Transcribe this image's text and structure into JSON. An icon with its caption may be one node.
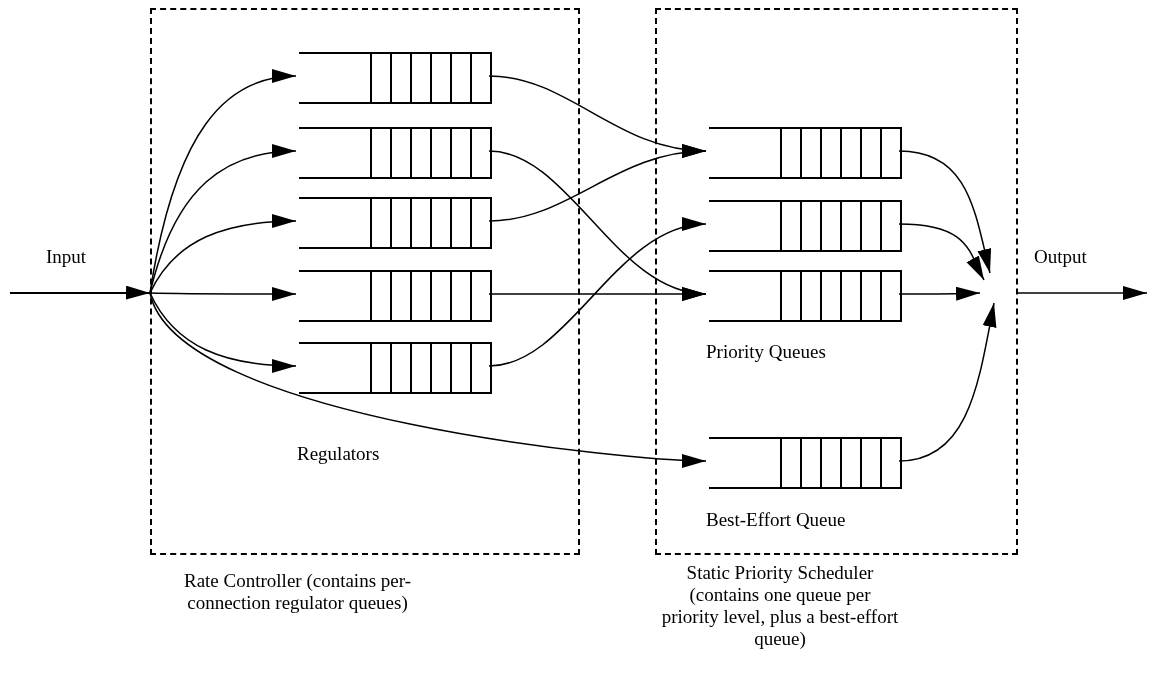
{
  "diagram": {
    "nodes": [
      {
        "text": [
          "Regulators",
          "Rate Controller (contains per-connection regulator queues)"
        ]
      },
      {
        "text": [],
        "shape": "box",
        "in": 0
      },
      {
        "text": [],
        "shape": "box",
        "in": 0
      },
      {
        "text": [],
        "shape": "box",
        "in": 0
      },
      {
        "text": [],
        "shape": "box",
        "in": 0
      },
      {
        "text": [],
        "shape": "box",
        "in": 0
      },
      {
        "text": [
          "Priority Queues",
          "Best-Effort Queue",
          "Static Priority Scheduler (contains one queue per priority level, plus a best-effort queue)"
        ]
      },
      {
        "text": [],
        "shape": "box",
        "in": 6
      },
      {
        "text": [],
        "shape": "box",
        "in": 6
      },
      {
        "text": [],
        "shape": "box",
        "in": 6
      },
      {
        "text": [],
        "shape": "box",
        "in": 6
      },
      {
        "text": [
          "Input"
        ]
      },
      {
        "text": [
          "Output"
        ]
      }
    ],
    "edges": [
      {
        "from": 11,
        "to": 1,
        "arrow": "to"
      },
      {
        "from": 11,
        "to": 2,
        "arrow": "to"
      },
      {
        "from": 11,
        "to": 3,
        "arrow": "to"
      },
      {
        "from": 11,
        "to": 4,
        "arrow": "to"
      },
      {
        "from": 11,
        "to": 5,
        "arrow": "to"
      },
      {
        "from": 11,
        "to": 10,
        "arrow": "to"
      },
      {
        "from": 1,
        "to": 7,
        "arrow": "to"
      },
      {
        "from": 2,
        "to": 9,
        "arrow": "to"
      },
      {
        "from": 3,
        "to": 7,
        "arrow": "to"
      },
      {
        "from": 4,
        "to": 9,
        "arrow": "to"
      },
      {
        "from": 5,
        "to": 8,
        "arrow": "to"
      },
      {
        "from": 7,
        "to": 12,
        "arrow": "to"
      },
      {
        "from": 8,
        "to": 12,
        "arrow": "to"
      },
      {
        "from": 9,
        "to": 12,
        "arrow": "to"
      },
      {
        "from": 10,
        "to": 12,
        "arrow": "to"
      },
      {
        "from": 12,
        "to": null,
        "arrow": "to"
      }
    ]
  }
}
